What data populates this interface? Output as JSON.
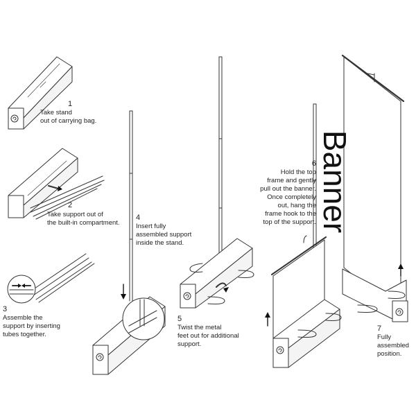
{
  "steps": [
    {
      "number": "1",
      "text": "Take stand\nout of carrying bag."
    },
    {
      "number": "2",
      "text": "Take support out of\nthe built-in compartment."
    },
    {
      "number": "3",
      "text": "Assemble the\nsupport by inserting\ntubes together."
    },
    {
      "number": "4",
      "text": "Insert fully\nassembled support\ninside the stand."
    },
    {
      "number": "5",
      "text": "Twist the metal\nfeet out for additional\nsupport."
    },
    {
      "number": "6",
      "text": "Hold the top\nframe and gently\npull out the banner.\nOnce completely\nout, hang the\nframe hook to the\ntop of the support."
    },
    {
      "number": "7",
      "text": "Fully\nassembled\nposition."
    }
  ],
  "banner_label": "Banner",
  "colors": {
    "line": "#333333",
    "background": "#ffffff",
    "arrow": "#111111"
  }
}
